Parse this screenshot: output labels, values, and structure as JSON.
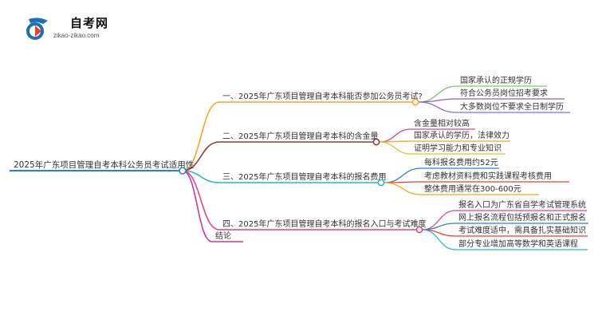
{
  "brand": {
    "name": "自考网",
    "domain": "zikao-zikao.com",
    "colors": {
      "primary": "#1a6fb5",
      "accent": "#e8412c"
    }
  },
  "mindmap": {
    "root": "2025年广东项目管理自考本科公务员考试适用性",
    "branches": [
      {
        "label": "一、2025年广东项目管理自考本科能否参加公务员考试?",
        "color": "#f5a623",
        "children": [
          {
            "label": "国家承认的正规学历",
            "color": "#7bc96f"
          },
          {
            "label": "符合公务员岗位招考要求",
            "color": "#9b59b6"
          },
          {
            "label": "大多数岗位不要求全日制学历",
            "color": "#8e6bd6"
          }
        ]
      },
      {
        "label": "二、2025年广东项目管理自考本科的含金量",
        "color": "#8b3a3a",
        "children": [
          {
            "label": "含金量相对较高",
            "color": "#d9468a"
          },
          {
            "label": "国家承认的学历，法律效力",
            "color": "#f5a623"
          },
          {
            "label": "证明学习能力和专业知识",
            "color": "#c8cc3a"
          }
        ]
      },
      {
        "label": "三、2025年广东项目管理自考本科的报名费用",
        "color": "#29b6c9",
        "children": [
          {
            "label": "每科报名费用约52元",
            "color": "#2d7fd6"
          },
          {
            "label": "考虑教材资料费和实践课程考核费用",
            "color": "#e8412c"
          },
          {
            "label": "整体费用通常在300-600元",
            "color": "#f5a623"
          }
        ]
      },
      {
        "label": "四、2025年广东项目管理自考本科的报名入口与考试难度",
        "color": "#d9468a",
        "children": [
          {
            "label": "报名入口为广东省自学考试管理系统",
            "color": "#d9468a"
          },
          {
            "label": "网上报名流程包括预报名和正式报名",
            "color": "#2d7fd6"
          },
          {
            "label": "考试难度适中，需具备扎实基础知识",
            "color": "#e8412c"
          },
          {
            "label": "部分专业增加高等数学和英语课程",
            "color": "#29b6c9"
          }
        ]
      },
      {
        "label": "结论",
        "color": "#c03aa8",
        "children": []
      }
    ]
  }
}
